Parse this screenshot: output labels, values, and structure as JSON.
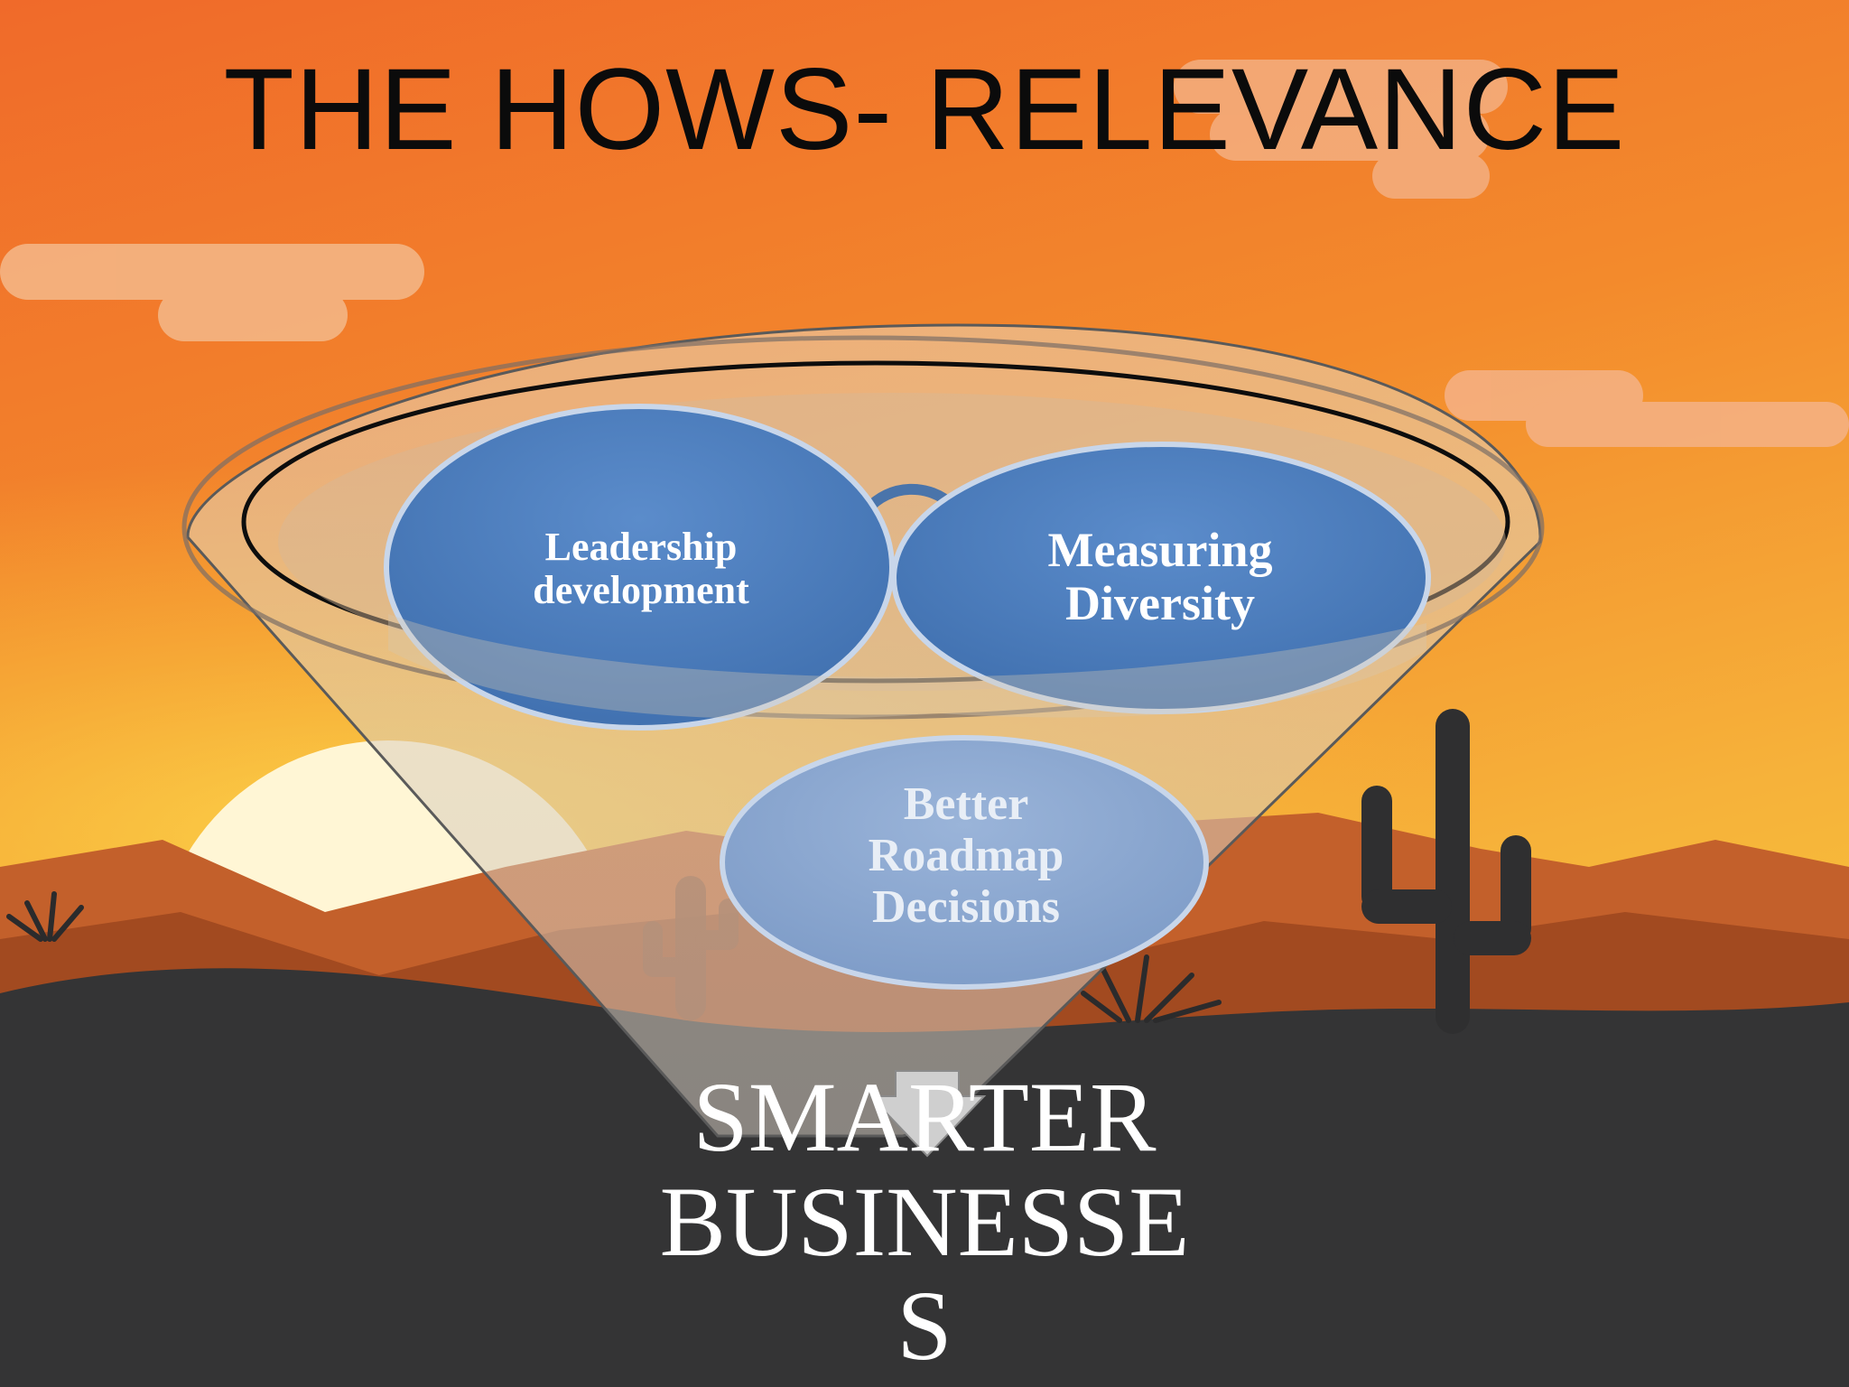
{
  "slide": {
    "title": "THE HOWS- RELEVANCE"
  },
  "funnel": {
    "inputs": [
      {
        "label_lines": [
          "Leadership",
          "development"
        ],
        "color": "#4f81bd"
      },
      {
        "label_lines": [
          "Measuring",
          "Diversity"
        ],
        "color": "#4f81bd"
      },
      {
        "label_lines": [
          "Better",
          "Roadmap",
          "Decisions"
        ],
        "color": "#8eaad0"
      }
    ],
    "outcome_lines": [
      "SMARTER",
      "BUSINESSE",
      "S"
    ]
  },
  "colors": {
    "sky_top": "#ea5a22",
    "sky_bottom": "#f8c33a",
    "sun": "#fff6d5",
    "ground": "#343435",
    "cactus": "#2f2f30",
    "bubble_blue": "#4f81bd",
    "funnel_fill": "#d8c2a0"
  }
}
